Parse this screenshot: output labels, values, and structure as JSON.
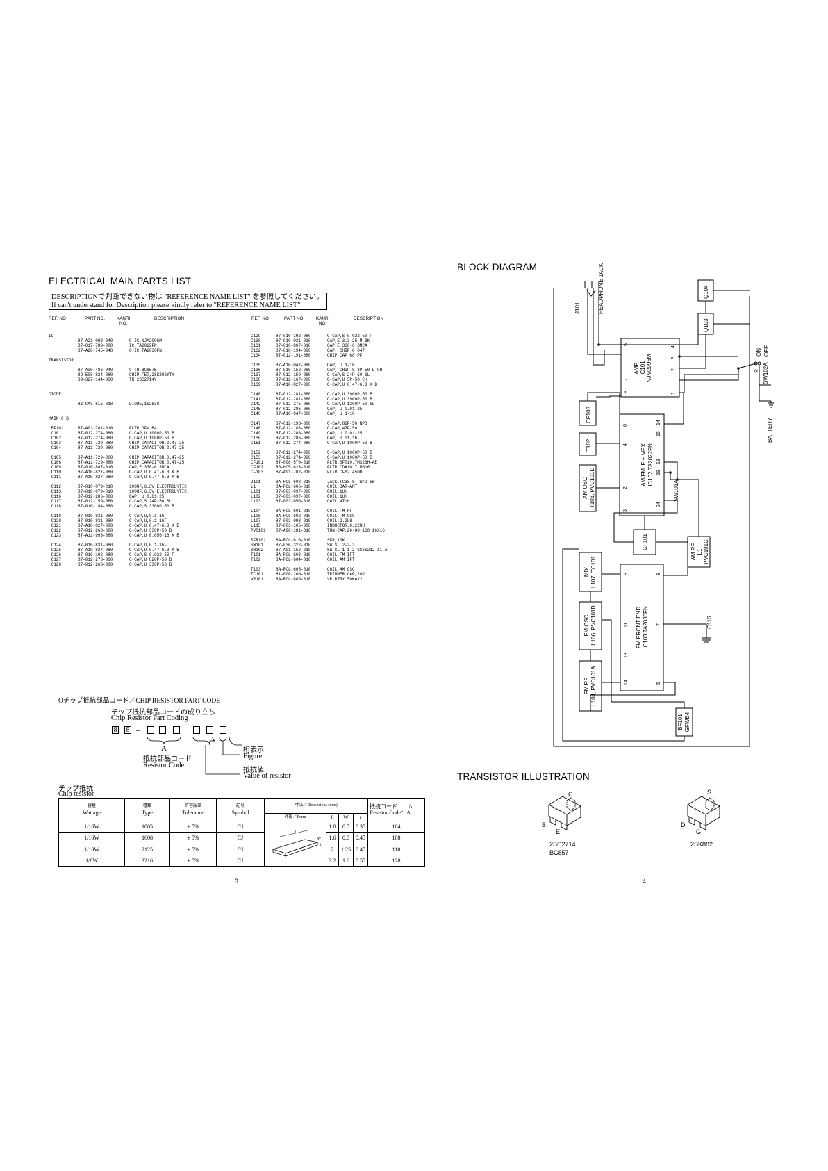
{
  "left": {
    "title": "ELECTRICAL MAIN PARTS LIST",
    "note_line1": "DESCRIPTIONで判断できない物は \"REFERENCE NAME LIST\" を参照してください。",
    "note_line2": "If can't understand for Description please kindly refer to \"REFERENCE NAME LIST\".",
    "headers": {
      "ref": "REF. NO",
      "part": "PART NO.",
      "kanri": "KANRI\nNO.",
      "desc": "DESCRIPTION"
    },
    "parts_col1": [
      [
        "IC",
        "",
        "",
        ""
      ],
      [
        "",
        "87-A21-098-040",
        "",
        "C-IC,NJM2096M"
      ],
      [
        "",
        "87-017-789-080",
        "",
        "IC,TA2022FN"
      ],
      [
        "",
        "87-A20-745-040",
        "",
        "C-IC,TA2030FN"
      ],
      [
        "",
        "",
        "",
        ""
      ],
      [
        "TRANSISTOR",
        "",
        "",
        ""
      ],
      [
        "",
        "",
        "",
        ""
      ],
      [
        "",
        "87-A30-486-040",
        "",
        "C-TR,BC857B"
      ],
      [
        "",
        "89-508-824-080",
        "",
        "CHIP FET,2SK882YTY"
      ],
      [
        "",
        "89-327-144-080",
        "",
        "TR,2SC2714Y"
      ],
      [
        "",
        "",
        "",
        ""
      ],
      [
        "",
        "",
        "",
        ""
      ],
      [
        "DIODE",
        "",
        "",
        ""
      ],
      [
        "",
        "",
        "",
        ""
      ],
      [
        "",
        "8Z-CA3-615-010",
        "",
        "DIODE,1S2638"
      ],
      [
        "",
        "",
        "",
        ""
      ],
      [
        "",
        "",
        "",
        ""
      ],
      [
        "MAIN C.B",
        "",
        "",
        ""
      ],
      [
        "",
        "",
        "",
        ""
      ],
      [
        " BF101",
        "87-A91-701-010",
        "",
        "FLTR,GFW B4"
      ],
      [
        " C101",
        "87-012-274-080",
        "",
        "C-CAP,U 1000P-50 B"
      ],
      [
        " C102",
        "87-012-274-080",
        "",
        "C-CAP,U 1000P-50 B"
      ],
      [
        " C103",
        "87-A11-729-080",
        "",
        "CHIP CAPACITOR,0.47-25"
      ],
      [
        " C104",
        "87-A11-729-080",
        "",
        "CHIP CAPACITOR,0.47-25"
      ],
      [
        "",
        "",
        "",
        ""
      ],
      [
        " C105",
        "87-A11-729-080",
        "",
        "CHIP CAPACITOR,0.47-25"
      ],
      [
        " C106",
        "87-A11-729-080",
        "",
        "CHIP CAPACITOR,0.47-25"
      ],
      [
        " C109",
        "87-010-807-010",
        "",
        "CAP,E 330-6.3MCA"
      ],
      [
        " C110",
        "87-A10-827-080",
        "",
        "C-CAP,U 0.47-6.3 K B"
      ],
      [
        " C111",
        "87-A10-827-080",
        "",
        "C-CAP,U 0.47-6.3 K B"
      ],
      [
        "",
        "",
        "",
        ""
      ],
      [
        " C112",
        "87-010-079-010",
        "",
        "100UF,6.3V ELECTROLYTIC"
      ],
      [
        " C113",
        "87-010-079-010",
        "",
        "100UF,6.3V ELECTROLYTIC"
      ],
      [
        " C116",
        "87-012-286-080",
        "",
        "CAP, U 0.01-25"
      ],
      [
        " C117",
        "87-012-159-080",
        "",
        "C-CAP,S 24P-50 SL"
      ],
      [
        " C118",
        "87-010-184-080",
        "",
        "C-CAP,S 3300P-50 B"
      ],
      [
        "",
        "",
        "",
        ""
      ],
      [
        " C118",
        "87-010-831-080",
        "",
        "C-CAP,U,0.1-16F"
      ],
      [
        " C120",
        "87-010-831-080",
        "",
        "C-CAP,U,0.1-16F"
      ],
      [
        " C121",
        "87-A10-827-080",
        "",
        "C-CAP,U 0.47-6.3 K B"
      ],
      [
        " C122",
        "87-012-268-080",
        "",
        "C-CAP,U 330P-50 B"
      ],
      [
        " C123",
        "87-A11-993-080",
        "",
        "C-CAP,U 0.056-16 K B"
      ],
      [
        "",
        "",
        "",
        ""
      ],
      [
        " C124",
        "87-010-831-080",
        "",
        "C-CAP,U,0.1-16F"
      ],
      [
        " C125",
        "87-A10-827-080",
        "",
        "C-CAP,U 0.47-6.3 K B"
      ],
      [
        " C126",
        "87-010-192-080",
        "",
        "C-CAP,S 0.022-50 F"
      ],
      [
        " C127",
        "87-012-273-080",
        "",
        "C-CAP,U 820P-50 B"
      ],
      [
        " C128",
        "87-012-268-080",
        "",
        "C-CAP,U 330P-50 B"
      ]
    ],
    "parts_col2": [
      [
        "C129",
        "87-010-192-080",
        "",
        "C-CAP,S 0.022-50 F"
      ],
      [
        "C130",
        "87-010-031-010",
        "",
        "CAP,E 3.3-25 M BK"
      ],
      [
        "C131",
        "87-010-807-010",
        "",
        "CAP,E 330-6.3MCA"
      ],
      [
        "C132",
        "87-010-194-080",
        "",
        "CAP, CHIP 0.047"
      ],
      [
        "C134",
        "87-012-191-080",
        "",
        "CHIP CAP 68 PF"
      ],
      [
        "",
        "",
        "",
        ""
      ],
      [
        "C135",
        "87-A10-047-080",
        "",
        "CAP, U 1-10"
      ],
      [
        "C136",
        "87-010-152-080",
        "",
        "CAP, CHIP S 8P-50 D CH"
      ],
      [
        "C137",
        "87-012-159-080",
        "",
        "C-CAP,S 24P-50 SL"
      ],
      [
        "C138",
        "87-012-167-080",
        "",
        "C-CAP,U 5P-50 CH"
      ],
      [
        "C139",
        "87-A10-827-080",
        "",
        "C-CAP,U 0.47-6.3 K B"
      ],
      [
        "",
        "",
        "",
        ""
      ],
      [
        "C140",
        "87-012-281-080",
        "",
        "C-CAP,U 3900P-50 B"
      ],
      [
        "C141",
        "87-012-281-080",
        "",
        "C-CAP,U 3900P-50 B"
      ],
      [
        "C142",
        "87-012-275-080",
        "",
        "C-CAP,U 1200P-50 SL"
      ],
      [
        "C145",
        "87-012-286-080",
        "",
        "CAP, U 0.01-25"
      ],
      [
        "C146",
        "87-A10-047-080",
        "",
        "CAP, U 1-10"
      ],
      [
        "",
        "",
        "",
        ""
      ],
      [
        "C147",
        "87-012-193-080",
        "",
        "C-CAP,82P-50 NPO"
      ],
      [
        "C148",
        "87-012-188-080",
        "",
        "C-CAP,47P-50"
      ],
      [
        "C149",
        "87-012-286-080",
        "",
        "CAP, U 0.01-25"
      ],
      [
        "C150",
        "87-012-286-080",
        "",
        "CAP, 0.01-16"
      ],
      [
        "C151",
        "87-012-274-080",
        "",
        "C-CAP,U 1000P-50 B"
      ],
      [
        "",
        "",
        "",
        ""
      ],
      [
        "C152",
        "87-012-274-080",
        "",
        "C-CAP,U 1000P-50 B"
      ],
      [
        "C153",
        "87-012-274-080",
        "",
        "C-CAP,U 1000P-50 B"
      ],
      [
        "CF101",
        "87-008-570-010",
        "",
        "FLTR,SFT10.7MS23H-AE"
      ],
      [
        "CF102",
        "86-HC5-628-010",
        "",
        "FLTR,CDA10.7 MG16"
      ],
      [
        "CF103",
        "87-A91-702-010",
        "",
        "FLTR,CFM2 450BL"
      ],
      [
        "",
        "",
        "",
        ""
      ],
      [
        "J101",
        "8A-RCL-608-010",
        "",
        "JACK,TC38 ST W/O SW"
      ],
      [
        "L1",
        "8A-RCL-606-010",
        "",
        "COIL,BAR-ANT"
      ],
      [
        "L101",
        "87-003-097-080",
        "",
        "COIL,1UH"
      ],
      [
        "L102",
        "87-003-097-080",
        "",
        "COIL,1UH"
      ],
      [
        "L103",
        "87-003-050-010",
        "",
        "COIL,47UH"
      ],
      [
        "",
        "",
        "",
        ""
      ],
      [
        "L104",
        "8A-RCL-601-010",
        "",
        "COIL,FM RF"
      ],
      [
        "L106",
        "8A-RCL-602-010",
        "",
        "COIL,FM OSC"
      ],
      [
        "L107",
        "87-003-098-010",
        "",
        "COIL,2.2UH"
      ],
      [
        "L115",
        "87-003-105-080",
        "",
        "INDUCTOR,0.22UH"
      ],
      [
        "PVC101",
        "87-A90-181-010",
        "",
        "TUN-CAP,20-80-160 16X16"
      ],
      [
        "",
        "",
        "",
        ""
      ],
      [
        "SFR101",
        "8A-RCL-610-010",
        "",
        "SFR,10K"
      ],
      [
        "SW101",
        "87-036-322-010",
        "",
        "SW,SL 2-2-3"
      ],
      [
        "SW102",
        "87-A91-152-010",
        "",
        "SW,SL 1-1-2 SSSS212-11-A"
      ],
      [
        "T101",
        "8A-RCL-603-010",
        "",
        "COIL,FM IFT"
      ],
      [
        "T102",
        "8A-RCL-604-010",
        "",
        "COIL,AM IFT"
      ],
      [
        "",
        "",
        "",
        ""
      ],
      [
        "T103",
        "8A-RCL-605-010",
        "",
        "COIL,AM OSC"
      ],
      [
        "TC101",
        "81-000-200-010",
        "",
        "TRIMMER CAP,20P"
      ],
      [
        "VR101",
        "8A-RCL-609-010",
        "",
        "VR,BTRY 50KAX2"
      ]
    ],
    "chip_code": {
      "title": "Oチップ抵抗部品コード／CHIP RESISTOR PART CODE",
      "sub_jp": "チップ抵抗部品コードの成り立ち",
      "sub_en": "Chip Resistor Part Coding",
      "d1": "8",
      "d2": "8",
      "dash": "–",
      "label_a": "A",
      "rc_jp": "抵抗部品コード",
      "rc_en": "Resistor Code",
      "fig_jp": "桁表示",
      "fig_en": "Figure",
      "val_jp": "抵抗値",
      "val_en": "Value of resistor"
    },
    "chip_resistor": {
      "title_jp": "チップ抵抗",
      "title_en": "Chip resistor",
      "h_wattage_jp": "容量",
      "h_wattage": "Wattage",
      "h_type_jp": "種類",
      "h_type": "Type",
      "h_tol_jp": "許容誤差",
      "h_tol": "Tolerance",
      "h_sym_jp": "記号",
      "h_sym": "Symbol",
      "h_dim": "寸法／Dimensions (mm)",
      "h_form": "外形／Form",
      "h_l": "L",
      "h_w": "W",
      "h_t": "t",
      "h_code_jp": "抵抗コード　：A",
      "h_code": "Resistor  Code：A",
      "form_l": "L",
      "form_w": "W",
      "form_t": "t",
      "rows": [
        {
          "watt": "1/16W",
          "type": "1005",
          "tol": "± 5%",
          "sym": "CJ",
          "l": "1.0",
          "w": "0.5",
          "t": "0.35",
          "code": "104"
        },
        {
          "watt": "1/16W",
          "type": "1608",
          "tol": "± 5%",
          "sym": "CJ",
          "l": "1.6",
          "w": "0.8",
          "t": "0.45",
          "code": "108"
        },
        {
          "watt": "1/10W",
          "type": "2125",
          "tol": "± 5%",
          "sym": "CJ",
          "l": "2",
          "w": "1.25",
          "t": "0.45",
          "code": "118"
        },
        {
          "watt": "1/8W",
          "type": "3216",
          "tol": "± 5%",
          "sym": "CJ",
          "l": "3.2",
          "w": "1.6",
          "t": "0.55",
          "code": "128"
        }
      ]
    },
    "page_number": "3"
  },
  "right": {
    "title": "BLOCK DIAGRAM",
    "labels": {
      "j101": "J101",
      "headphone": "HEADPHONE JACK",
      "q104": "Q104",
      "q103": "Q103",
      "amp": "AMP",
      "ic101": "IC101",
      "njm": "NJM2096M",
      "on": "ON",
      "off": "OFF",
      "sw102a": "SW102A",
      "battery": "BATTERY",
      "cf103": "CF103",
      "t102": "T102",
      "amfm1": "AM/FM IF + MPX",
      "amfm2": "IC102 TA2022FN",
      "amosc1": "AM OSC",
      "amosc2": "T103, PVC101D",
      "sw101a": "SW101A",
      "cf101": "CF101",
      "amrf1": "AM RF",
      "amrf2": "L1",
      "amrf3": "PVC101C",
      "mix1": "MIX",
      "mix2": "L107, TC101",
      "fmosc1": "FM OSC",
      "fmosc2": "L106, PVC101B",
      "fmfe1": "FM FRONT END",
      "fmfe2": "IC103 TA2030FN",
      "c116": "C116",
      "fmrf1": "FM RF",
      "fmrf2": "L104, PVC101A",
      "bf1": "BF101",
      "bf2": "GFWB4"
    },
    "pins": {
      "amp": [
        "5",
        "7",
        "8",
        "4",
        "3",
        "2",
        "1"
      ],
      "amfm": [
        "6",
        "4",
        "2",
        "3",
        "14",
        "15",
        "18",
        "19",
        "24"
      ],
      "fmfe": [
        "9",
        "11",
        "13",
        "14",
        "8",
        "7",
        "5"
      ]
    },
    "transistor_title": "TRANSISTOR ILLUSTRATION",
    "t1": {
      "c": "C",
      "b": "B",
      "e": "E",
      "name1": "2SC2714",
      "name2": "BC857"
    },
    "t2": {
      "s": "S",
      "d": "D",
      "g": "G",
      "name1": "2SK882"
    },
    "page_number": "4"
  }
}
